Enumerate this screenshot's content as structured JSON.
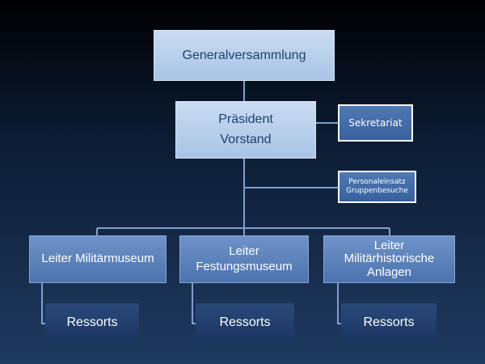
{
  "nodes": {
    "generalversammlung": {
      "label": "Generalversammlung"
    },
    "praesident": {
      "line1": "Präsident",
      "line2": "Vorstand"
    },
    "sekretariat": {
      "label": "Sekretariat"
    },
    "personal": {
      "line1": "Personaleinsatz",
      "line2": "Gruppenbesuche"
    },
    "militaermuseum": {
      "label": "Leiter Militärmuseum"
    },
    "festungsmuseum": {
      "line1": "Leiter",
      "line2": "Festungsmuseum"
    },
    "anlagen": {
      "line1": "Leiter",
      "line2": "Militärhistorische",
      "line3": "Anlagen"
    },
    "ressorts": [
      "Ressorts",
      "Ressorts",
      "Ressorts"
    ]
  },
  "colors": {
    "connector": "#7fa0cf",
    "light_box": "#b9d1ee",
    "mid_box": "#5a80b9",
    "dark_box": "#213e6c"
  }
}
